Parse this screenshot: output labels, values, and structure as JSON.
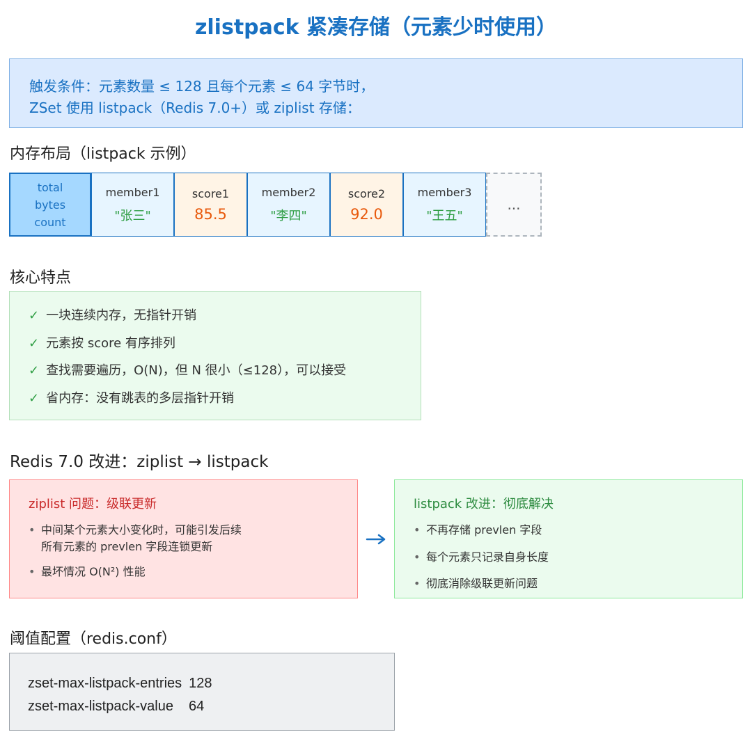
{
  "title": "zlistpack 紧凑存储（元素少时使用）",
  "trigger": {
    "line1": "触发条件：元素数量 ≤ 128 且每个元素 ≤ 64 字节时，",
    "line2": "ZSet 使用 listpack（Redis 7.0+）或 ziplist 存储："
  },
  "layout": {
    "heading": "内存布局（listpack 示例）",
    "header_cell": {
      "line1": "total",
      "line2": "bytes",
      "line3": "count"
    },
    "cells": [
      {
        "kind": "member",
        "name": "member1",
        "value": "\"张三\""
      },
      {
        "kind": "score",
        "name": "score1",
        "value": "85.5"
      },
      {
        "kind": "member",
        "name": "member2",
        "value": "\"李四\""
      },
      {
        "kind": "score",
        "name": "score2",
        "value": "92.0"
      },
      {
        "kind": "member",
        "name": "member3",
        "value": "\"王五\""
      }
    ],
    "more": "..."
  },
  "features": {
    "heading": "核心特点",
    "check": "✓",
    "items": [
      "一块连续内存，无指针开销",
      "元素按 score 有序排列",
      "查找需要遍历，O(N)，但 N 很小（≤128），可以接受",
      "省内存：没有跳表的多层指针开销"
    ]
  },
  "improvement": {
    "heading": "Redis 7.0 改进：ziplist → listpack",
    "ziplist": {
      "title": "ziplist 问题：级联更新",
      "bullet1_line1": "中间某个元素大小变化时，可能引发后续",
      "bullet1_line2": "所有元素的 prevlen 字段连锁更新",
      "bullet2": "最坏情况 O(N²) 性能"
    },
    "listpack": {
      "title": "listpack 改进：彻底解决",
      "bullets": [
        "不再存储 prevlen 字段",
        "每个元素只记录自身长度",
        "彻底消除级联更新问题"
      ]
    }
  },
  "config": {
    "heading": "阈值配置（redis.conf）",
    "rows": [
      {
        "key": "zset-max-listpack-entries",
        "value": "128"
      },
      {
        "key": "zset-max-listpack-value",
        "value": "64"
      }
    ]
  },
  "colors": {
    "accent_blue": "#1971c2",
    "member_green": "#2f9e44",
    "score_orange": "#e8590c",
    "problem_red": "#c92a2a"
  }
}
